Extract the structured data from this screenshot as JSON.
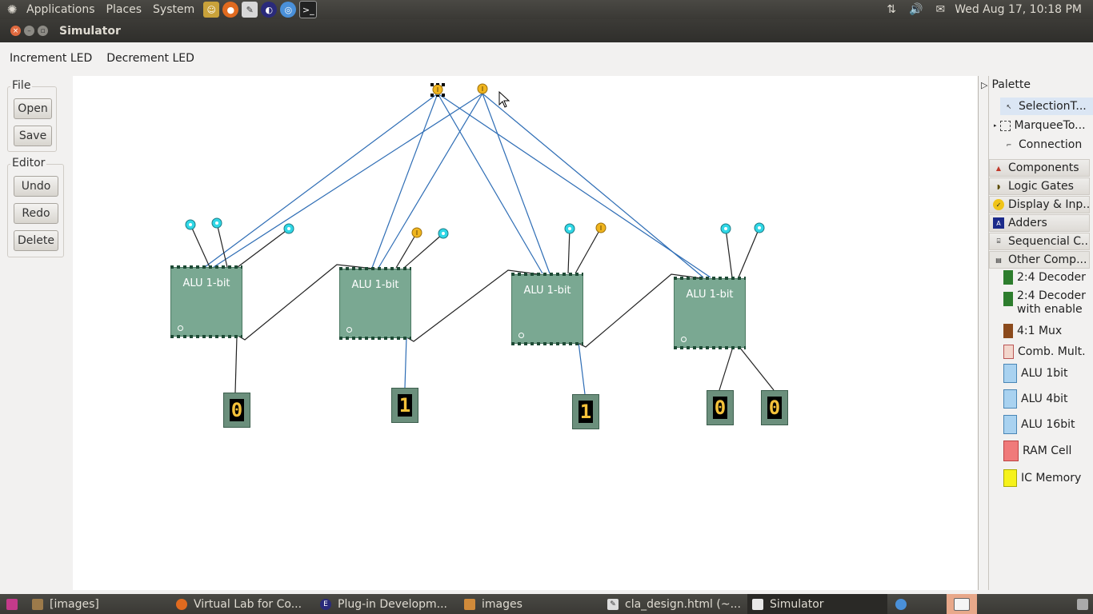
{
  "top_panel": {
    "menus": [
      "Applications",
      "Places",
      "System"
    ],
    "clock": "Wed Aug 17, 10:18 PM"
  },
  "window": {
    "title": "Simulator"
  },
  "toolbar": {
    "increment": "Increment LED",
    "decrement": "Decrement LED"
  },
  "left_panel": {
    "file_group": {
      "title": "File",
      "open": "Open",
      "save": "Save"
    },
    "editor_group": {
      "title": "Editor",
      "undo": "Undo",
      "redo": "Redo",
      "delete": "Delete"
    }
  },
  "canvas": {
    "alus": [
      {
        "label": "ALU 1-bit"
      },
      {
        "label": "ALU 1-bit"
      },
      {
        "label": "ALU 1-bit"
      },
      {
        "label": "ALU 1-bit"
      }
    ],
    "displays": [
      "0",
      "1",
      "1",
      "0",
      "0"
    ],
    "colors": {
      "wire_blue": "#2e6db5",
      "wire_black": "#222222",
      "input_cyan": "#2fd7e6",
      "input_yellow": "#f0b51e",
      "alu_green": "#7aa892"
    }
  },
  "palette": {
    "title": "Palette",
    "tools": [
      "SelectionT...",
      "MarqueeTo...",
      "Connection"
    ],
    "drawers": [
      "Components",
      "Logic Gates",
      "Display & Inp...",
      "Adders",
      "Sequencial C...",
      "Other Comp..."
    ],
    "items": [
      {
        "label": "2:4 Decoder",
        "icon": "decoder-icon"
      },
      {
        "label": "2:4 Decoder with enable",
        "icon": "decoder-enable-icon"
      },
      {
        "label": "4:1 Mux",
        "icon": "mux-icon"
      },
      {
        "label": "Comb. Mult.",
        "icon": "mult-icon"
      },
      {
        "label": "ALU 1bit",
        "icon": "alu-icon"
      },
      {
        "label": "ALU 4bit",
        "icon": "alu-icon"
      },
      {
        "label": "ALU 16bit",
        "icon": "alu-icon"
      },
      {
        "label": "RAM Cell",
        "icon": "ram-icon"
      },
      {
        "label": "IC Memory",
        "icon": "ic-icon"
      }
    ]
  },
  "taskbar": {
    "tasks": [
      "[images]",
      "Virtual Lab for Co...",
      "Plug-in Developm...",
      "images",
      "cla_design.html (~...",
      "Simulator"
    ]
  }
}
